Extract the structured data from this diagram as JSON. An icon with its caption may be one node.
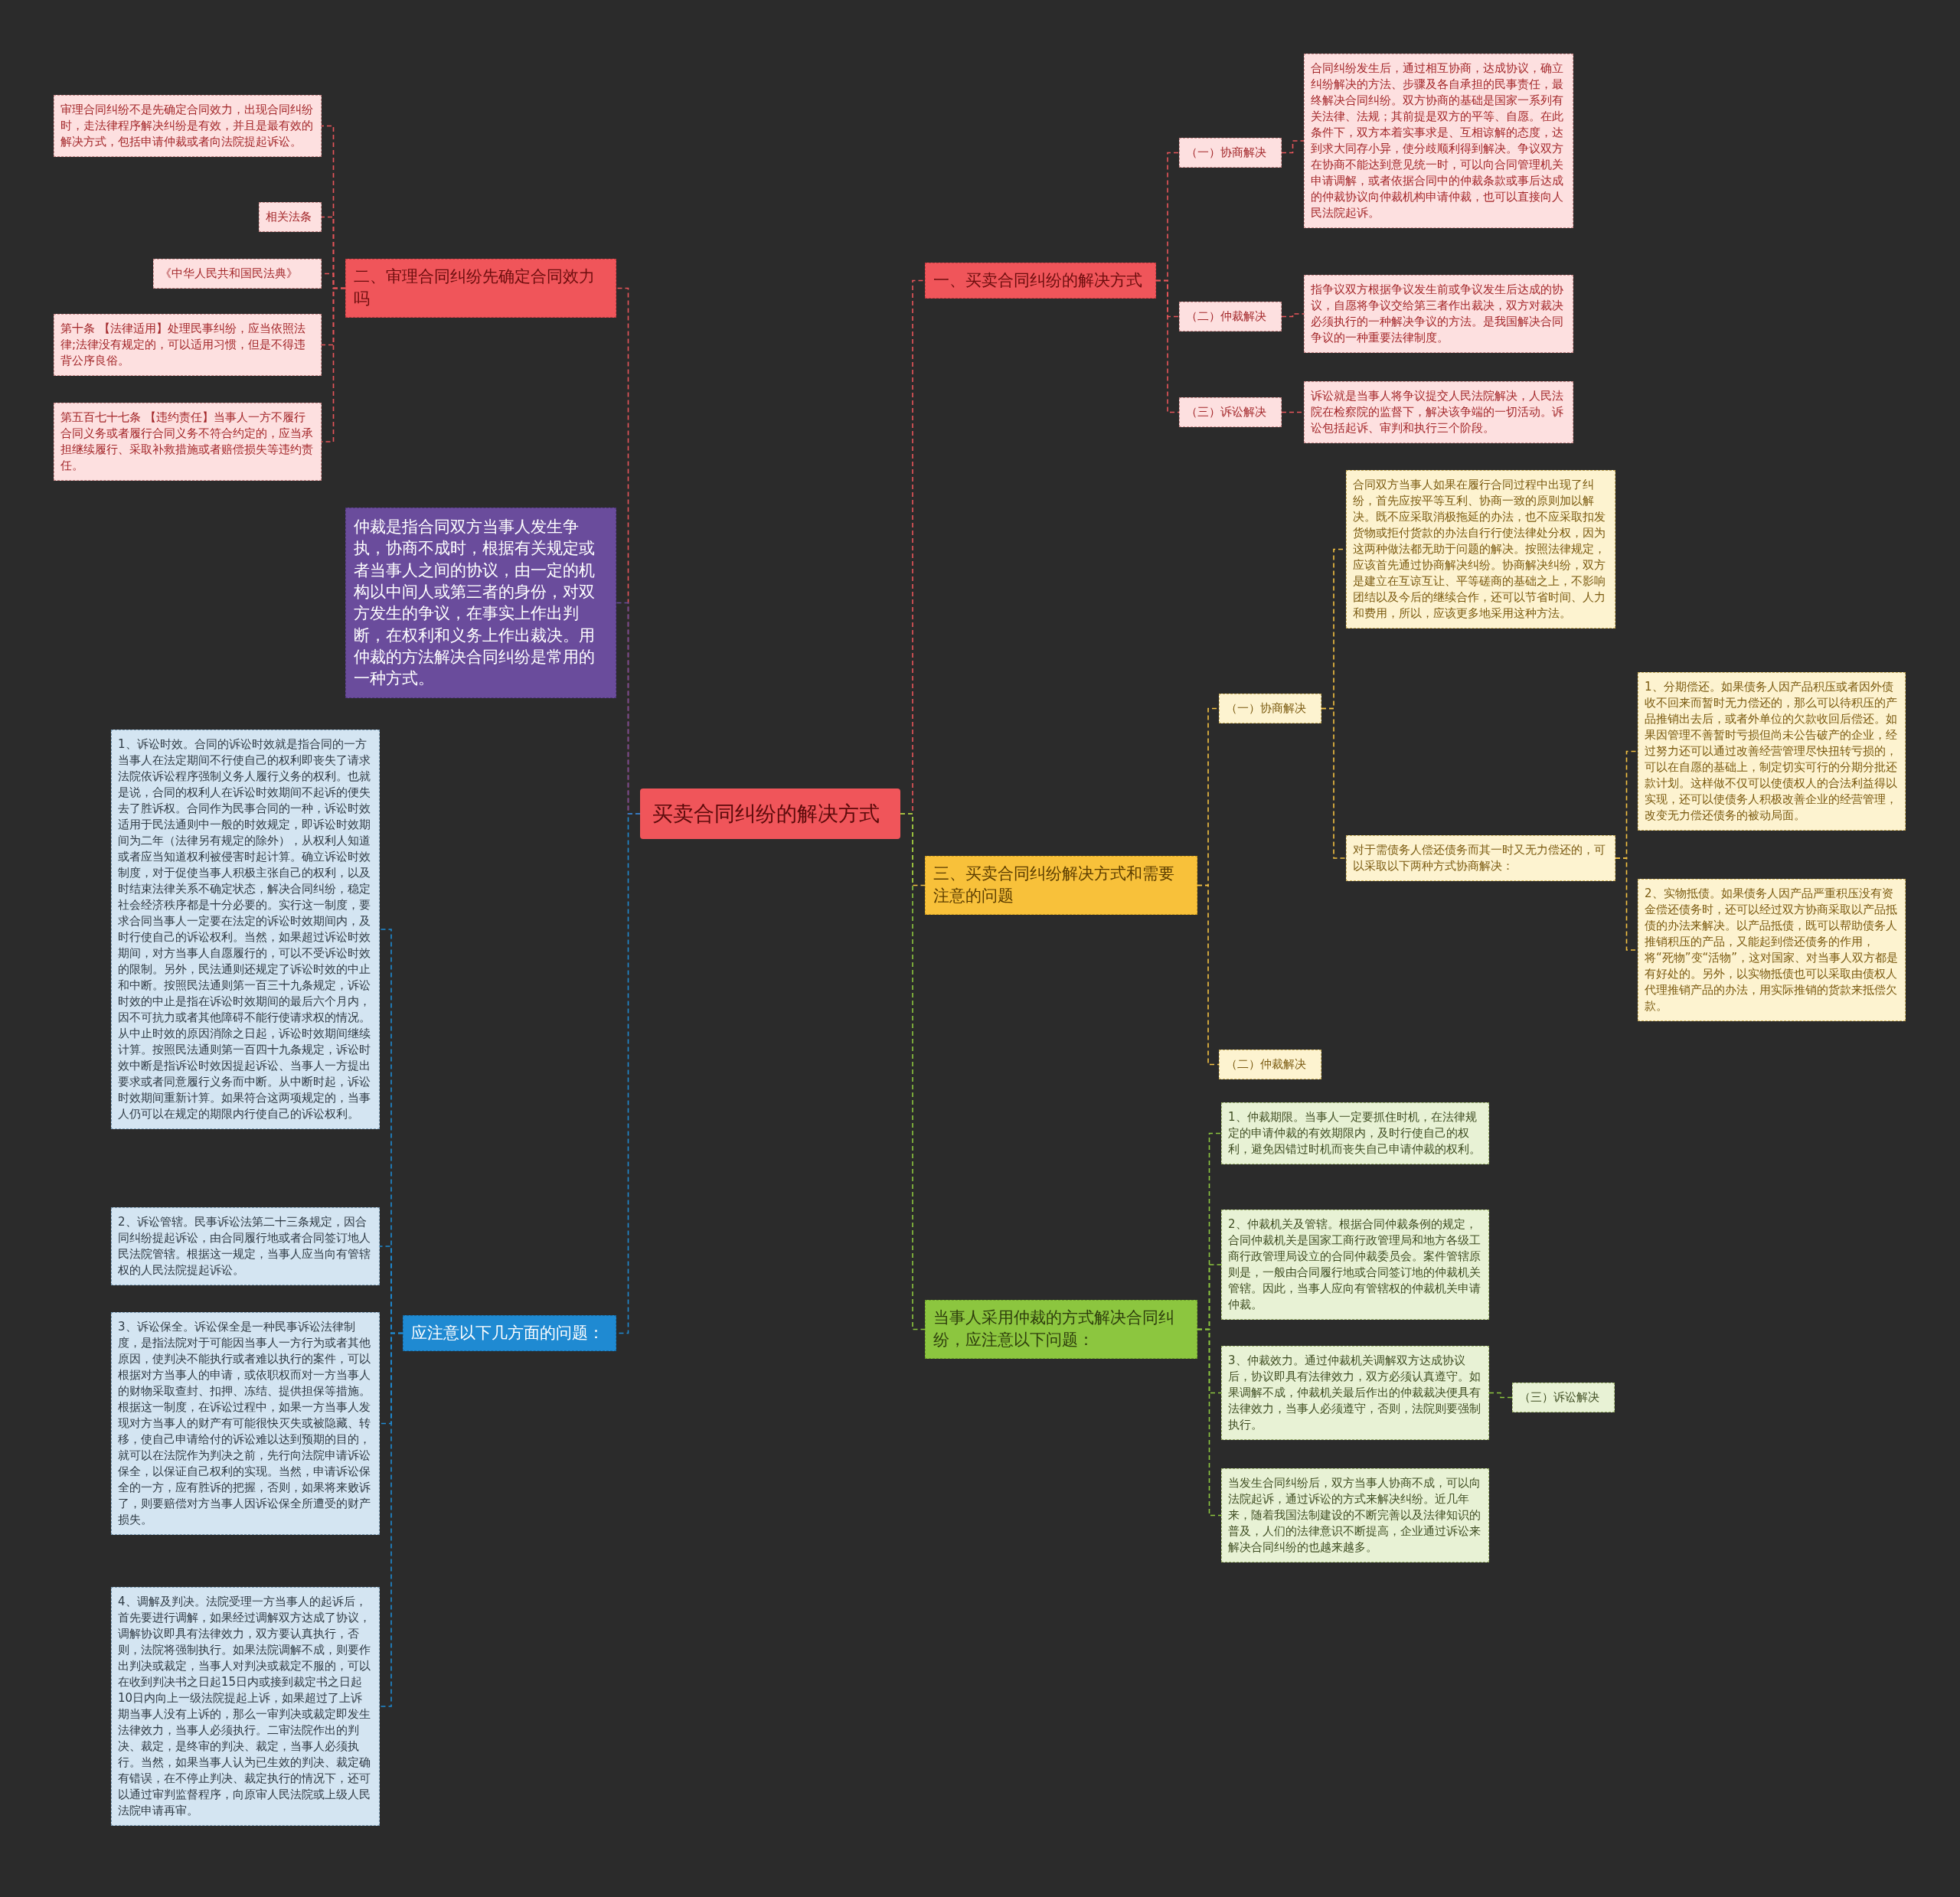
{
  "diagram": {
    "nodes": [
      {
        "text": [
          "买卖合同纠纷的解决方式"
        ]
      },
      {
        "text": [
          "一、买卖合同纠纷的解决方式"
        ]
      },
      {
        "text": [
          "（一）协商解决"
        ]
      },
      {
        "text": [
          "合同纠纷发生后，通过相互协商，达成协议，确立纠纷解决的方法、步骤及各自承担的民事责任，最终解决合同纠纷。双方协商的基础是国家一系列有关法律、法规；其前提是双方的平等、自愿。在此条件下，双方本着实事求是、互相谅解的态度，达到求大同存小异，使分歧顺利得到解决。争议双方在协商不能达到意见统一时，可以向合同管理机关申请调解，或者依据合同中的仲裁条款或事后达成的仲裁协议向仲裁机构申请仲裁，也可以直接向人民法院起诉。"
        ]
      },
      {
        "text": [
          "（二）仲裁解决"
        ]
      },
      {
        "text": [
          "指争议双方根据争议发生前或争议发生后达成的协议，自愿将争议交给第三者作出裁决，双方对裁决必须执行的一种解决争议的方法。是我国解决合同争议的一种重要法律制度。"
        ]
      },
      {
        "text": [
          "（三）诉讼解决"
        ]
      },
      {
        "text": [
          "诉讼就是当事人将争议提交人民法院解决，人民法院在检察院的监督下，解决该争端的一切活动。诉讼包括起诉、审判和执行三个阶段。"
        ]
      },
      {
        "text": [
          "三、买卖合同纠纷解决方式和需要注意的问题"
        ]
      },
      {
        "text": [
          "（一）协商解决"
        ]
      },
      {
        "text": [
          "合同双方当事人如果在履行合同过程中出现了纠纷，首先应按平等互利、协商一致的原则加以解决。既不应采取消极拖延的办法，也不应采取扣发货物或拒付货款的办法自行行使法律处分权，因为这两种做法都无助于问题的解决。按照法律规定，应该首先通过协商解决纠纷。协商解决纠纷，双方是建立在互谅互让、平等磋商的基础之上，不影响团结以及今后的继续合作，还可以节省时间、人力和费用，所以，应该更多地采用这种方法。"
        ]
      },
      {
        "text": [
          "对于需债务人偿还债务而其一时又无力偿还的，可以采取以下两种方式协商解决："
        ]
      },
      {
        "text": [
          "1、分期偿还。如果债务人因产品积压或者因外债收不回来而暂时无力偿还的，那么可以待积压的产品推销出去后，或者外单位的欠款收回后偿还。如果因管理不善暂时亏损但尚未公告破产的企业，经过努力还可以通过改善经营管理尽快扭转亏损的，可以在自愿的基础上，制定切实可行的分期分批还款计划。这样做不仅可以使债权人的合法利益得以实现，还可以使债务人积极改善企业的经营管理，改变无力偿还债务的被动局面。"
        ]
      },
      {
        "text": [
          "2、实物抵债。如果债务人因产品严重积压没有资金偿还债务时，还可以经过双方协商采取以产品抵债的办法来解决。以产品抵债，既可以帮助债务人推销积压的产品，又能起到偿还债务的作用，将“死物”变“活物”，这对国家、对当事人双方都是有好处的。另外，以实物抵债也可以采取由债权人代理推销产品的办法，用实际推销的货款来抵偿欠款。"
        ]
      },
      {
        "text": [
          "（二）仲裁解决"
        ]
      },
      {
        "text": [
          "当事人采用仲裁的方式解决合同纠纷，应注意以下问题："
        ]
      },
      {
        "text": [
          "1、仲裁期限。当事人一定要抓住时机，在法律规定的申请仲裁的有效期限内，及时行使自己的权利，避免因错过时机而丧失自己申请仲裁的权利。"
        ]
      },
      {
        "text": [
          "2、仲裁机关及管辖。根据合同仲裁条例的规定，合同仲裁机关是国家工商行政管理局和地方各级工商行政管理局设立的合同仲裁委员会。案件管辖原则是，一般由合同履行地或合同签订地的仲裁机关管辖。因此，当事人应向有管辖权的仲裁机关申请仲裁。"
        ]
      },
      {
        "text": [
          "3、仲裁效力。通过仲裁机关调解双方达成协议后，协议即具有法律效力，双方必须认真遵守。如果调解不成，仲裁机关最后作出的仲裁裁决便具有法律效力，当事人必须遵守，否则，法院则要强制执行。"
        ]
      },
      {
        "text": [
          "（三）诉讼解决"
        ]
      },
      {
        "text": [
          "当发生合同纠纷后，双方当事人协商不成，可以向法院起诉，通过诉讼的方式来解决纠纷。近几年来，随着我国法制建设的不断完善以及法律知识的普及，人们的法律意识不断提高，企业通过诉讼来解决合同纠纷的也越来越多。"
        ]
      },
      {
        "text": [
          "二、审理合同纠纷先确定合同效力吗"
        ]
      },
      {
        "text": [
          "审理合同纠纷不是先确定合同效力，出现合同纠纷时，走法律程序解决纠纷是有效，并且是最有效的解决方式，包括申请仲裁或者向法院提起诉讼。"
        ]
      },
      {
        "text": [
          "相关法条"
        ]
      },
      {
        "text": [
          "《中华人民共和国民法典》"
        ]
      },
      {
        "text": [
          "第十条 【法律适用】处理民事纠纷，应当依照法律;法律没有规定的，可以适用习惯，但是不得违背公序良俗。"
        ]
      },
      {
        "text": [
          "第五百七十七条 【违约责任】当事人一方不履行合同义务或者履行合同义务不符合约定的，应当承担继续履行、采取补救措施或者赔偿损失等违约责任。"
        ]
      },
      {
        "text": [
          "仲裁是指合同双方当事人发生争执，协商不成时，根据有关规定或者当事人之间的协议，由一定的机构以中间人或第三者的身份，对双方发生的争议，在事实上作出判断，在权利和义务上作出裁决。用仲裁的方法解决合同纠纷是常用的一种方式。"
        ]
      },
      {
        "text": [
          "应注意以下几方面的问题："
        ]
      },
      {
        "text": [
          "1、诉讼时效。合同的诉讼时效就是指合同的一方当事人在法定期间不行使自己的权利即丧失了请求法院依诉讼程序强制义务人履行义务的权利。也就是说，合同的权利人在诉讼时效期间不起诉的便失去了胜诉权。合同作为民事合同的一种，诉讼时效适用于民法通则中一般的时效规定，即诉讼时效期间为二年（法律另有规定的除外），从权利人知道或者应当知道权利被侵害时起计算。确立诉讼时效制度，对于促使当事人积极主张自己的权利，以及时结束法律关系不确定状态，解决合同纠纷，稳定社会经济秩序都是十分必要的。实行这一制度，要求合同当事人一定要在法定的诉讼时效期间内，及时行使自己的诉讼权利。当然，如果超过诉讼时效期间，对方当事人自愿履行的，可以不受诉讼时效的限制。另外，民法通则还规定了诉讼时效的中止和中断。按照民法通则第一百三十九条规定，诉讼时效的中止是指在诉讼时效期间的最后六个月内，因不可抗力或者其他障碍不能行使请求权的情况。从中止时效的原因消除之日起，诉讼时效期间继续计算。按照民法通则第一百四十九条规定，诉讼时效中断是指诉讼时效因提起诉讼、当事人一方提出要求或者同意履行义务而中断。从中断时起，诉讼时效期间重新计算。如果符合这两项规定的，当事人仍可以在规定的期限内行使自己的诉讼权利。"
        ]
      },
      {
        "text": [
          "2、诉讼管辖。民事诉讼法第二十三条规定，因合同纠纷提起诉讼，由合同履行地或者合同签订地人民法院管辖。根据这一规定，当事人应当向有管辖权的人民法院提起诉讼。"
        ]
      },
      {
        "text": [
          "3、诉讼保全。诉讼保全是一种民事诉讼法律制度，是指法院对于可能因当事人一方行为或者其他原因，使判决不能执行或者难以执行的案件，可以根据对方当事人的申请，或依职权而对一方当事人的财物采取查封、扣押、冻结、提供担保等措施。根据这一制度，在诉讼过程中，如果一方当事人发现对方当事人的财产有可能很快灭失或被隐藏、转移，使自己申请给付的诉讼难以达到预期的目的，就可以在法院作为判决之前，先行向法院申请诉讼保全，以保证自己权利的实现。当然，申请诉讼保全的一方，应有胜诉的把握，否则，如果将来败诉了，则要赔偿对方当事人因诉讼保全所遭受的财产损失。"
        ]
      },
      {
        "text": [
          "4、调解及判决。法院受理一方当事人的起诉后，首先要进行调解，如果经过调解双方达成了协议，调解协议即具有法律效力，双方要认真执行，否则，法院将强制执行。如果法院调解不成，则要作出判决或裁定，当事人对判决或裁定不服的，可以在收到判决书之日起15日内或接到裁定书之日起10日内向上一级法院提起上诉，如果超过了上诉期当事人没有上诉的，那么一审判决或裁定即发生法律效力，当事人必须执行。二审法院作出的判决、裁定，是终审的判决、裁定，当事人必须执行。当然，如果当事人认为已生效的判决、裁定确有错误，在不停止判决、裁定执行的情况下，还可以通过审判监督程序，向原审人民法院或上级人民法院申请再审。"
        ]
      }
    ],
    "edges": [
      {
        "from": 0,
        "to": 1,
        "arrow": "none"
      },
      {
        "from": 1,
        "to": 2,
        "arrow": "none"
      },
      {
        "from": 2,
        "to": 3,
        "arrow": "none"
      },
      {
        "from": 1,
        "to": 4,
        "arrow": "none"
      },
      {
        "from": 4,
        "to": 5,
        "arrow": "none"
      },
      {
        "from": 1,
        "to": 6,
        "arrow": "none"
      },
      {
        "from": 6,
        "to": 7,
        "arrow": "none"
      },
      {
        "from": 0,
        "to": 8,
        "arrow": "none",
        "color": "#f5c242"
      },
      {
        "from": 8,
        "to": 9,
        "arrow": "none",
        "color": "#f5c242"
      },
      {
        "from": 9,
        "to": 10,
        "arrow": "none",
        "color": "#f5c242"
      },
      {
        "from": 9,
        "to": 11,
        "arrow": "none",
        "color": "#f5c242"
      },
      {
        "from": 11,
        "to": 12,
        "arrow": "none",
        "color": "#f5c242"
      },
      {
        "from": 11,
        "to": 13,
        "arrow": "none",
        "color": "#f5c242"
      },
      {
        "from": 8,
        "to": 14,
        "arrow": "none",
        "color": "#f5c242"
      },
      {
        "from": 0,
        "to": 15,
        "arrow": "none",
        "color": "#8cc63f"
      },
      {
        "from": 15,
        "to": 16,
        "arrow": "none",
        "color": "#8cc63f"
      },
      {
        "from": 15,
        "to": 17,
        "arrow": "none",
        "color": "#8cc63f"
      },
      {
        "from": 15,
        "to": 18,
        "arrow": "none",
        "color": "#8cc63f"
      },
      {
        "from": 18,
        "to": 19,
        "arrow": "none",
        "color": "#8cc63f"
      },
      {
        "from": 15,
        "to": 20,
        "arrow": "none",
        "color": "#8cc63f"
      },
      {
        "from": 0,
        "to": 21,
        "arrow": "none"
      },
      {
        "from": 21,
        "to": 22,
        "arrow": "none"
      },
      {
        "from": 21,
        "to": 23,
        "arrow": "none"
      },
      {
        "from": 21,
        "to": 24,
        "arrow": "none"
      },
      {
        "from": 21,
        "to": 25,
        "arrow": "none"
      },
      {
        "from": 21,
        "to": 26,
        "arrow": "none"
      },
      {
        "from": 0,
        "to": 27,
        "arrow": "none",
        "color": "#6a4c9c"
      },
      {
        "from": 0,
        "to": 28,
        "arrow": "none",
        "color": "#1f8ad2"
      },
      {
        "from": 28,
        "to": 29,
        "arrow": "none",
        "color": "#1f8ad2"
      },
      {
        "from": 28,
        "to": 30,
        "arrow": "none",
        "color": "#1f8ad2"
      },
      {
        "from": 28,
        "to": 31,
        "arrow": "none",
        "color": "#1f8ad2"
      },
      {
        "from": 28,
        "to": 32,
        "arrow": "none",
        "color": "#1f8ad2"
      }
    ]
  }
}
